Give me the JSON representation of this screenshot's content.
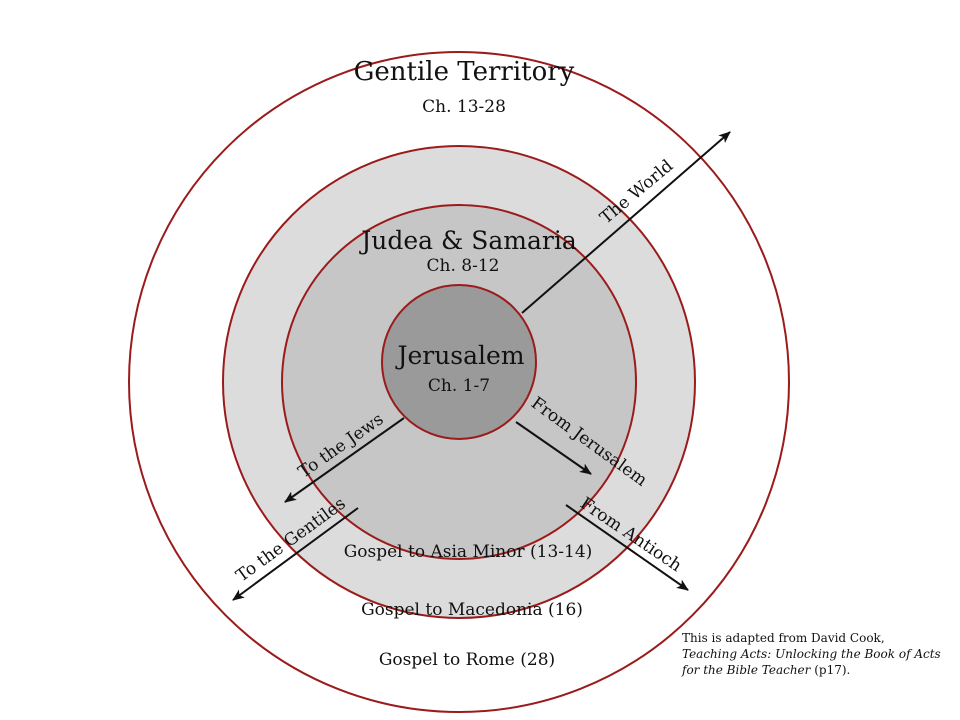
{
  "rings": {
    "outer": {
      "title": "Gentile Territory",
      "chapters": "Ch. 13-28"
    },
    "middle": {
      "title": "Judea & Samaria",
      "chapters": "Ch. 8-12"
    },
    "center": {
      "title": "Jerusalem",
      "chapters": "Ch. 1-7"
    }
  },
  "arrows": {
    "world": "The World",
    "jews": "To the Jews",
    "gentiles": "To the Gentiles",
    "from_jerusalem": "From Jerusalem",
    "from_antioch": "From Antioch"
  },
  "gospel": {
    "asia_minor": "Gospel to Asia Minor (13-14)",
    "macedonia": "Gospel to Macedonia (16)",
    "rome": "Gospel to Rome (28)"
  },
  "credit": {
    "line1": "This is adapted from David Cook,",
    "title_italic": "Teaching Acts: Unlocking the Book of Acts for the Bible Teacher",
    "suffix": " (p17)."
  },
  "colors": {
    "ring_stroke": "#9b1b1b",
    "outer_fill": "#ffffff",
    "second_fill": "#dcdcdc",
    "middle_fill": "#c6c6c6",
    "center_fill": "#9a9a9a"
  }
}
